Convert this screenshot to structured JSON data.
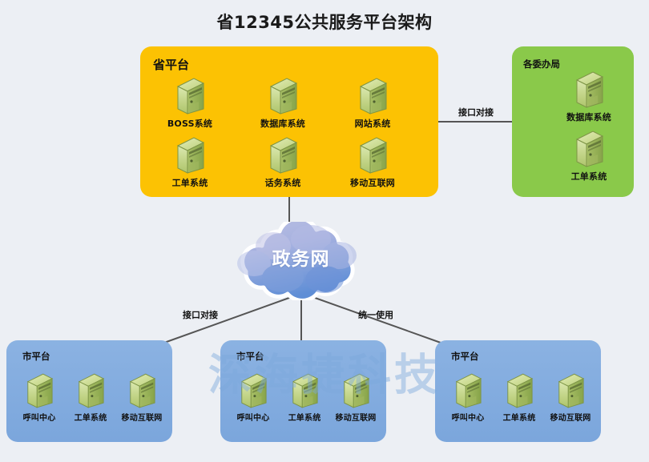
{
  "page": {
    "title": "省12345公共服务平台架构",
    "background_color": "#eceff4",
    "watermark": "深海捷科技"
  },
  "province": {
    "title": "省平台",
    "color": "#fcc203",
    "nodes": [
      {
        "label": "BOSS系统",
        "icon": "server-icon"
      },
      {
        "label": "数据库系统",
        "icon": "server-icon"
      },
      {
        "label": "网站系统",
        "icon": "server-icon"
      },
      {
        "label": "工单系统",
        "icon": "server-icon"
      },
      {
        "label": "话务系统",
        "icon": "server-icon"
      },
      {
        "label": "移动互联网",
        "icon": "server-icon"
      }
    ]
  },
  "bureau": {
    "title": "各委办局",
    "color": "#8ac94a",
    "nodes": [
      {
        "label": "数据库系统",
        "icon": "server-icon"
      },
      {
        "label": "工单系统",
        "icon": "server-icon"
      }
    ]
  },
  "network": {
    "label": "政务网",
    "icon": "cloud-icon",
    "color": "#6f8fd6"
  },
  "edges": {
    "province_to_bureau": "接口对接",
    "cloud_to_city_left": "接口对接",
    "cloud_to_city_right": "统一使用"
  },
  "cities": [
    {
      "title": "市平台",
      "color": "#7fa9de",
      "nodes": [
        {
          "label": "呼叫中心",
          "icon": "server-icon"
        },
        {
          "label": "工单系统",
          "icon": "server-icon"
        },
        {
          "label": "移动互联网",
          "icon": "server-icon"
        }
      ]
    },
    {
      "title": "市平台",
      "color": "#7fa9de",
      "nodes": [
        {
          "label": "呼叫中心",
          "icon": "server-icon"
        },
        {
          "label": "工单系统",
          "icon": "server-icon"
        },
        {
          "label": "移动互联网",
          "icon": "server-icon"
        }
      ]
    },
    {
      "title": "市平台",
      "color": "#7fa9de",
      "nodes": [
        {
          "label": "呼叫中心",
          "icon": "server-icon"
        },
        {
          "label": "工单系统",
          "icon": "server-icon"
        },
        {
          "label": "移动互联网",
          "icon": "server-icon"
        }
      ]
    }
  ]
}
